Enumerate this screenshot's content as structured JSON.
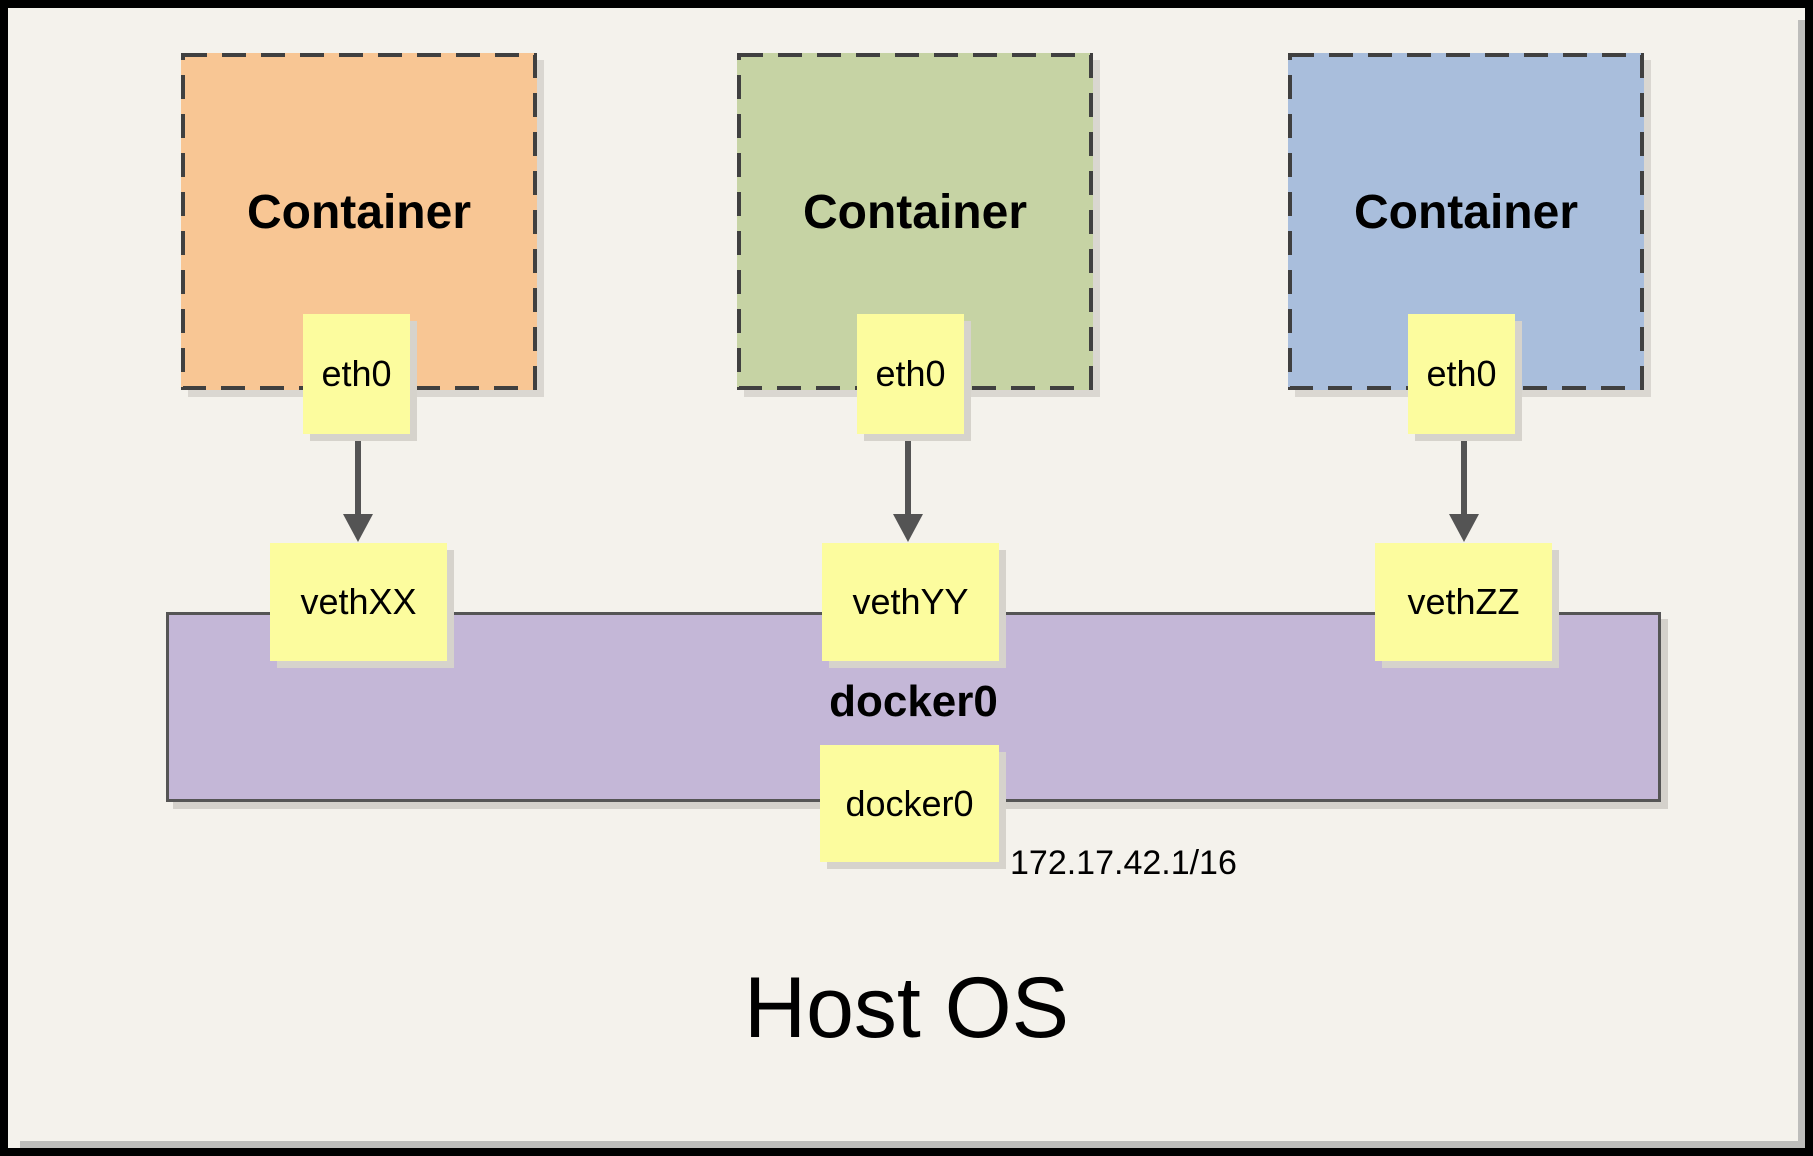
{
  "page": {
    "background": "#F4F2EC",
    "frame_color": "#000000"
  },
  "containers": [
    {
      "title": "Container",
      "interface": "eth0",
      "veth": "vethXX",
      "fill": "#F8C694"
    },
    {
      "title": "Container",
      "interface": "eth0",
      "veth": "vethYY",
      "fill": "#C6D3A4"
    },
    {
      "title": "Container",
      "interface": "eth0",
      "veth": "vethZZ",
      "fill": "#A9BEDC"
    }
  ],
  "bridge": {
    "name": "docker0",
    "interface": "docker0",
    "ip": "172.17.42.1/16",
    "fill": "#C4B7D7"
  },
  "host": {
    "label": "Host OS"
  },
  "styles": {
    "note_fill": "#FCFC9E",
    "dash_color": "#404040",
    "arrow_color": "#545454"
  }
}
